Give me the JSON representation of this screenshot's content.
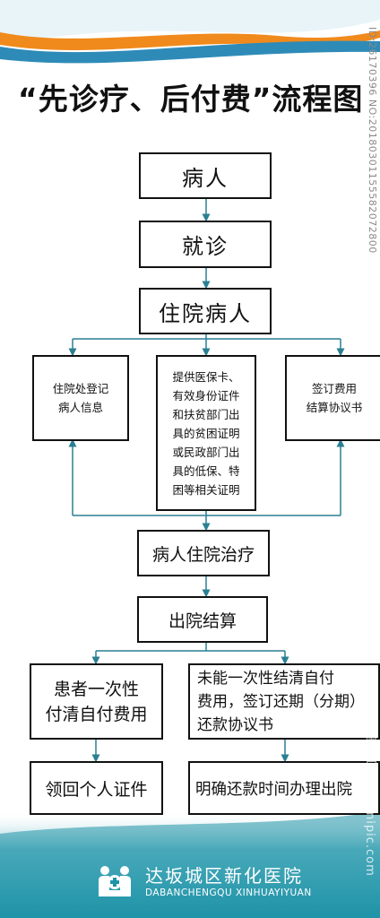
{
  "colors": {
    "accent_orange": "#f08a1c",
    "accent_blue": "#2e8bb8",
    "footer_teal": "#1f93a8",
    "arrow": "#2a7f93",
    "box_border": "#111111"
  },
  "header": {
    "title": "“先诊疗、后付费”流程图"
  },
  "watermark": {
    "side_text": "ID:26170396 NO:20180301155582072800",
    "bottom_text": "昵图网 www.nipic.com"
  },
  "flow": {
    "step1": "病人",
    "step2": "就诊",
    "step3": "住院病人",
    "branch_left": "住院处登记\n病人信息",
    "branch_center": "提供医保卡、\n有效身份证件\n和扶贫部门出\n具的贫困证明\n或民政部门出\n具的低保、特\n困等相关证明",
    "branch_right": "签订费用\n结算协议书",
    "step4": "病人住院治疗",
    "step5": "出院结算",
    "outcome_left": "患者一次性\n付清自付费用",
    "outcome_right": "未能一次性结清自付\n费用，签订还期（分期）\n还款协议书",
    "final_left": "领回个人证件",
    "final_right": "明确还款时间办理出院"
  },
  "footer": {
    "hospital_name": "达坂城区新化医院",
    "pinyin": "DABANCHENGQU  XINHUAYIYUAN",
    "logo_icon": "hospital-family-icon"
  }
}
